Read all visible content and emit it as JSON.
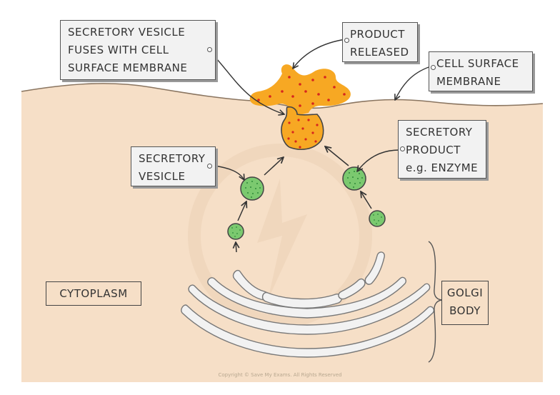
{
  "labels": {
    "fuse": [
      "SECRETORY VESICLE",
      "FUSES WITH CELL",
      "SURFACE MEMBRANE"
    ],
    "product_released": [
      "PRODUCT",
      "RELEASED"
    ],
    "cell_surface": [
      "CELL SURFACE",
      "MEMBRANE"
    ],
    "secretory_product": [
      "SECRETORY",
      "PRODUCT",
      "e.g. ENZYME"
    ],
    "secretory_vesicle": [
      "SECRETORY",
      "VESICLE"
    ],
    "cytoplasm": "CYTOPLASM",
    "golgi": [
      "GOLGI",
      "BODY"
    ]
  },
  "copyright": "Copyright © Save My Exams. All Rights Reserved",
  "colors": {
    "cytoplasm": "#f6dfc7",
    "membrane": "#8a7560",
    "product": "#f7a823",
    "product_dots": "#d6261e",
    "vesicle": "#7bc96f",
    "vesicle_dots": "#2f8a3a",
    "golgi": "#f2f2f2"
  }
}
